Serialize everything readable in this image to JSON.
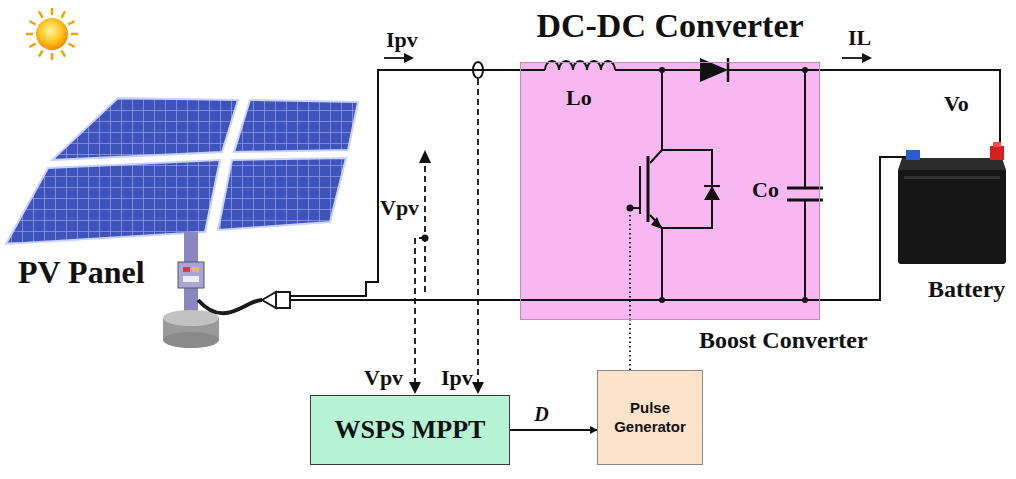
{
  "diagram": {
    "nodes": [
      {
        "text": [
          "DC-DC Converter",
          "Boost Converter"
        ]
      },
      {
        "text": [
          "WSPS MPPT"
        ]
      },
      {
        "text": [
          "Pulse Generator"
        ]
      }
    ],
    "edges": [
      {
        "from": 1,
        "to": 2,
        "label": "D",
        "arrow": "to"
      },
      {
        "from": 2,
        "to": 0,
        "arrow": "none"
      }
    ],
    "labels": [
      "PV Panel",
      "Ipv",
      "Vpv",
      "Lo",
      "Co",
      "IL",
      "Vo",
      "Battery",
      "Vpv",
      "Ipv"
    ]
  }
}
